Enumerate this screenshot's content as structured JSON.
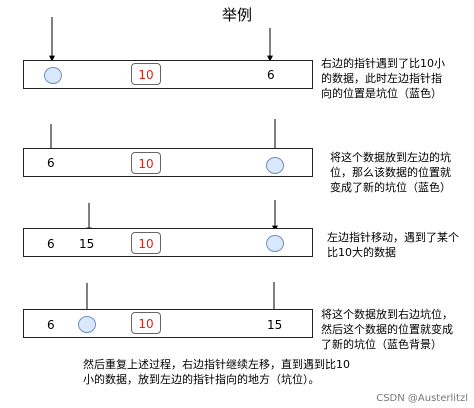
{
  "title": "举例",
  "rows": [
    {
      "center_value": "10",
      "left_number": "",
      "right_number": "6",
      "description": "右边的指针遇到了比10小\n的数据，此时左边指针指\n向的位置是坑位（蓝色）"
    },
    {
      "center_value": "10",
      "left_number": "6",
      "right_number": "",
      "description": "将这个数据放到左边的坑\n位，那么该数据的位置就\n变成了新的坑位（蓝色）"
    },
    {
      "center_value": "10",
      "left_number": "6",
      "middle_number": "15",
      "right_number": "",
      "description": "左边指针移动，遇到了某个\n比10大的数据"
    },
    {
      "center_value": "10",
      "left_number": "6",
      "middle_number": "",
      "right_number": "15",
      "description": "将这个数据放到右边坑位，\n然后这个数据的位置就变成\n了新的坑位（蓝色背景）"
    }
  ],
  "footer": "然后重复上述过程，右边指针继续左移，直到遇到比10\n小的数据，放到左边的指针指向的地方（坑位）。",
  "watermark": "CSDN @Austerlitzl",
  "colors": {
    "pit_fill": "#dae8fc",
    "pit_stroke": "#6c8ebf",
    "center_value_text": "#e0241b"
  }
}
